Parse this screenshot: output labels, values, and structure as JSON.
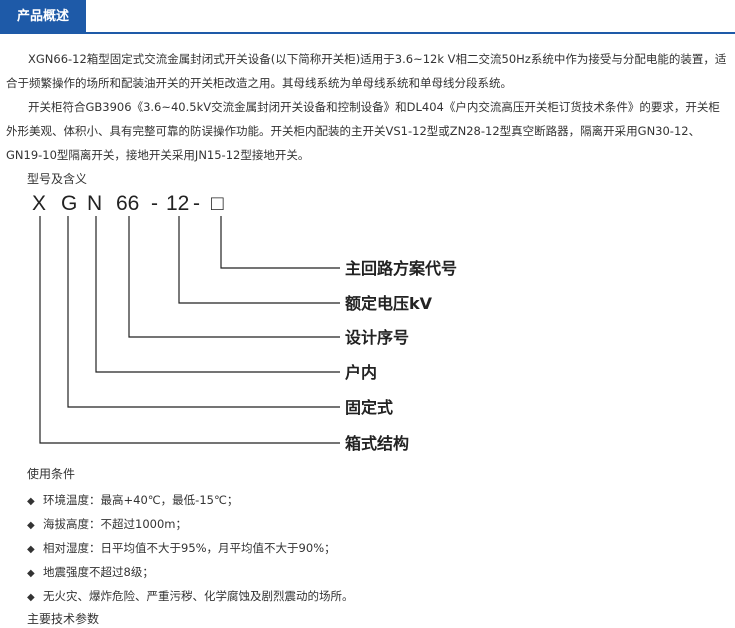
{
  "header": {
    "tab_label": "产品概述"
  },
  "intro": {
    "p1": "XGN66-12箱型固定式交流金属封闭式开关设备(以下简称开关柜)适用于3.6~12k V相二交流50Hz系统中作为接受与分配电能的装置，适合于频繁操作的场所和配装油开关的开关柜改造之用。其母线系统为单母线系统和单母线分段系统。",
    "p2": "开关柜符合GB3906《3.6~40.5kV交流金属封闭开关设备和控制设备》和DL404《户内交流高压开关柜订货技术条件》的要求，开关柜外形美观、体积小、具有完整可靠的防误操作功能。开关柜内配装的主开关VS1-12型或ZN28-12型真空断路器，隔离开采用GN30-12、GN19-10型隔离开关，接地开关采用JN15-12型接地开关。"
  },
  "model": {
    "title": "型号及含义",
    "code_parts": [
      "X",
      "G",
      "N",
      "66",
      "-",
      "12",
      "-",
      "□"
    ],
    "meanings": [
      "主回路方案代号",
      "额定电压kV",
      "设计序号",
      "户内",
      "固定式",
      "箱式结构"
    ]
  },
  "conditions": {
    "title": "使用条件",
    "bullet": "◆",
    "items": [
      "环境温度：最高+40℃，最低-15℃；",
      "海拔高度：不超过1000m；",
      "相对湿度：日平均值不大于95%，月平均值不大于90%；",
      "地震强度不超过8级；",
      "无火灾、爆炸危险、严重污秽、化学腐蚀及剧烈震动的场所。"
    ]
  },
  "tech": {
    "title": "主要技术参数"
  }
}
